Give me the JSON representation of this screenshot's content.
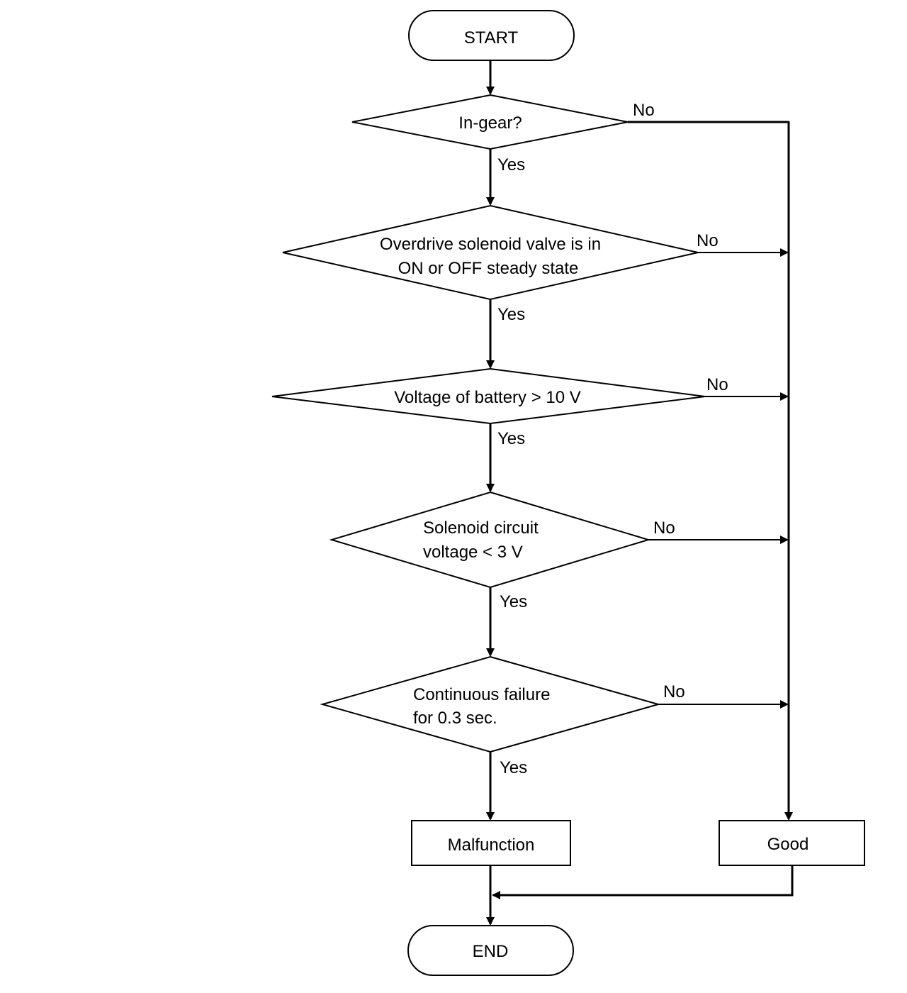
{
  "flowchart": {
    "start": "START",
    "end": "END",
    "decisions": [
      {
        "lines": [
          "In-gear?"
        ],
        "yes": "Yes",
        "no": "No"
      },
      {
        "lines": [
          "Overdrive solenoid valve is in",
          "ON or OFF steady state"
        ],
        "yes": "Yes",
        "no": "No"
      },
      {
        "lines": [
          "Voltage of battery > 10 V"
        ],
        "yes": "Yes",
        "no": "No"
      },
      {
        "lines": [
          "Solenoid circuit",
          "voltage < 3 V"
        ],
        "yes": "Yes",
        "no": "No"
      },
      {
        "lines": [
          "Continuous failure",
          "for 0.3 sec."
        ],
        "yes": "Yes",
        "no": "No"
      }
    ],
    "malfunction": "Malfunction",
    "good": "Good"
  }
}
